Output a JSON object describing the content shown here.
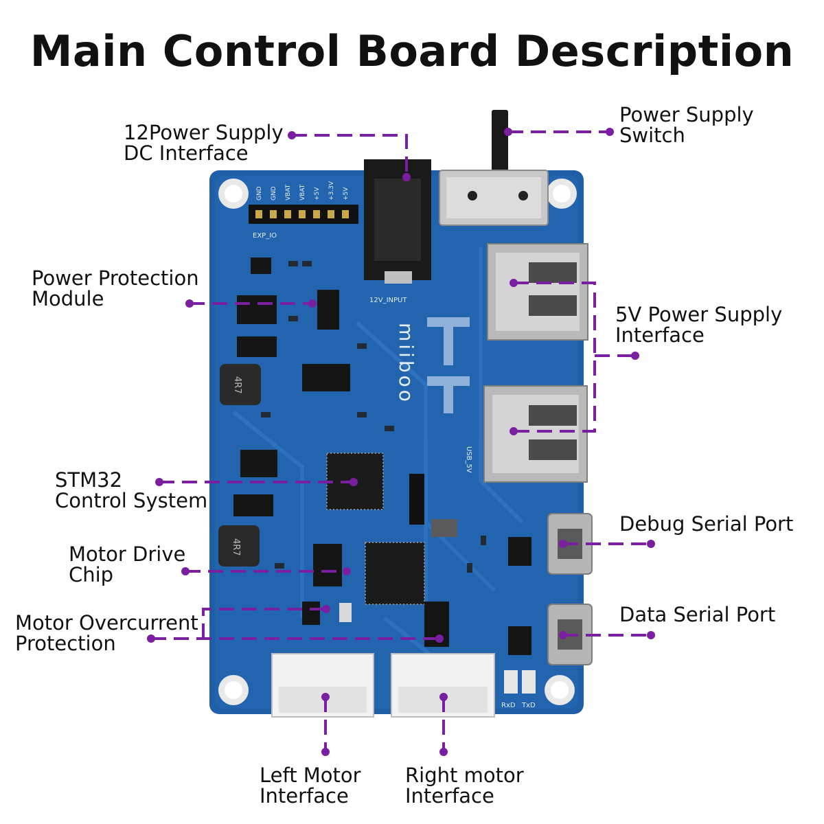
{
  "title": "Main Control Board Description",
  "colors": {
    "callout": "#7b1fa2",
    "pcb": "#1f5fa8",
    "pcb_dark": "#164d8c",
    "trace": "#2f75c2"
  },
  "board": {
    "brand_text": "miiboo",
    "header_pins": [
      "GND",
      "GND",
      "VBAT",
      "VBAT",
      "+5V",
      "+3.3V",
      "+5V"
    ],
    "header_label": "EXP_IO",
    "dc_jack_label": "12V_INPUT",
    "inductor_marks": [
      "4R7",
      "4R7"
    ],
    "led_labels": [
      "RxD",
      "TxD"
    ],
    "usb_label": "USB_5V"
  },
  "labels": {
    "dc_interface": [
      "12Power Supply",
      "DC Interface"
    ],
    "power_switch": [
      "Power Supply",
      "Switch"
    ],
    "power_protection": [
      "Power Protection",
      "Module"
    ],
    "usb_5v": [
      "5V Power Supply",
      "Interface"
    ],
    "stm32": [
      "STM32",
      "Control System"
    ],
    "motor_drive": [
      "Motor Drive",
      "Chip"
    ],
    "debug_serial": [
      "Debug Serial Port"
    ],
    "overcurrent": [
      "Motor Overcurrent",
      "Protection"
    ],
    "data_serial": [
      "Data Serial Port"
    ],
    "left_motor": [
      "Left Motor",
      "Interface"
    ],
    "right_motor": [
      "Right motor",
      "Interface"
    ]
  }
}
